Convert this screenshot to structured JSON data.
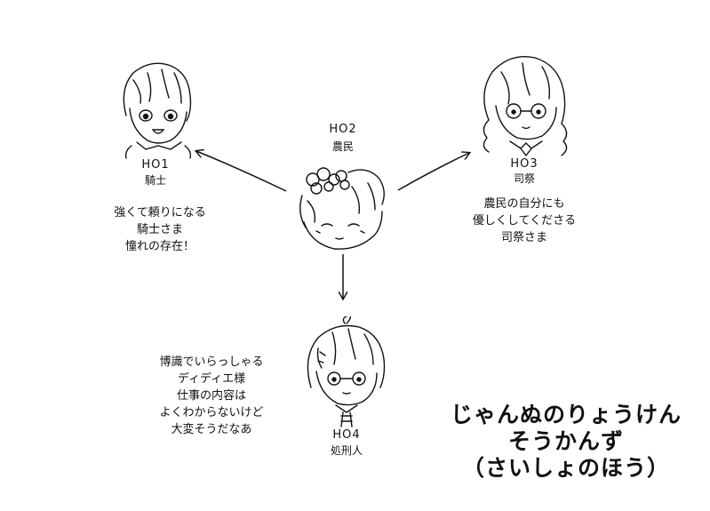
{
  "characters": [
    {
      "id": "h01",
      "code": "HO1",
      "role": "騎士",
      "description": [
        "強くて頼りになる",
        "騎士さま",
        "憧れの存在！"
      ]
    },
    {
      "id": "h02",
      "code": "HO2",
      "role": "農民",
      "description": []
    },
    {
      "id": "h03",
      "code": "HO3",
      "role": "司祭",
      "description": [
        "農民の自分にも",
        "優しくしてくださる",
        "司祭さま"
      ]
    },
    {
      "id": "h04",
      "code": "HO4",
      "role": "処刑人",
      "description": [
        "博識でいらっしゃる",
        "ディディエ様",
        "仕事の内容は",
        "よくわからないけど",
        "大変そうだなあ"
      ]
    }
  ],
  "title_lines": [
    "じゃんぬのりょうけん",
    "そうかんず",
    "（さいしょのほう）"
  ],
  "colors": {
    "ink": "#111111",
    "background": "#ffffff"
  }
}
